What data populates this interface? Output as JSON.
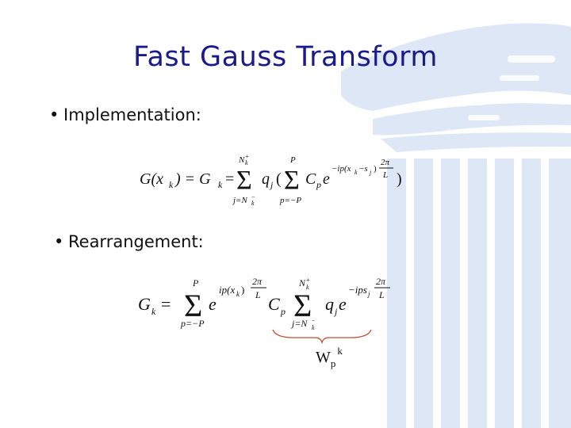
{
  "slide": {
    "title": "Fast Gauss Transform",
    "bullets": [
      {
        "marker": "•",
        "text": "Implementation:"
      },
      {
        "marker": "•",
        "text": "Rearrangement:"
      }
    ]
  },
  "equations": {
    "eq1": {
      "lhs": "G(x",
      "lhs_sub": "k",
      "lhs_close": ") = G",
      "g_sub": "k",
      "eq_sign": "=",
      "sum1_upper": "N",
      "sum1_upper_sub": "k",
      "sum1_upper_sup": "+",
      "sum1_lower": "j=N",
      "sum1_lower_sub": "k",
      "sum1_lower_sup": "−",
      "q": "q",
      "q_sub": "j",
      "paren_open": "(",
      "sum2_upper": "P",
      "sum2_lower": "p=−P",
      "c": "C",
      "c_sub": "p",
      "e": "e",
      "exponent": "−ip(x",
      "exp_sub1": "k",
      "exp_mid": "−s",
      "exp_sub2": "j",
      "exp_close": ")",
      "frac_num": "2π",
      "frac_den": "L",
      "paren_close": ")"
    },
    "eq2": {
      "lhs": "G",
      "lhs_sub": "k",
      "eq_sign": "=",
      "sum1_upper": "P",
      "sum1_lower": "p=−P",
      "e1": "e",
      "exp1": "ip(x",
      "exp1_sub": "k",
      "exp1_close": ")",
      "frac_num": "2π",
      "frac_den": "L",
      "c": "C",
      "c_sub": "p",
      "sum2_upper": "N",
      "sum2_upper_sub": "k",
      "sum2_upper_sup": "+",
      "sum2_lower": "j=N",
      "sum2_lower_sub": "k",
      "sum2_lower_sup": "−",
      "q": "q",
      "q_sub": "j",
      "e2": "e",
      "exp2": "−ips",
      "exp2_sub": "j",
      "frac2_num": "2π",
      "frac2_den": "L"
    },
    "brace_label": {
      "main": "W",
      "sub": "p",
      "sup": "k"
    }
  },
  "colors": {
    "title": "#1a1a8c",
    "column_tint": "#dce6f4",
    "brace": "#c0502a"
  }
}
